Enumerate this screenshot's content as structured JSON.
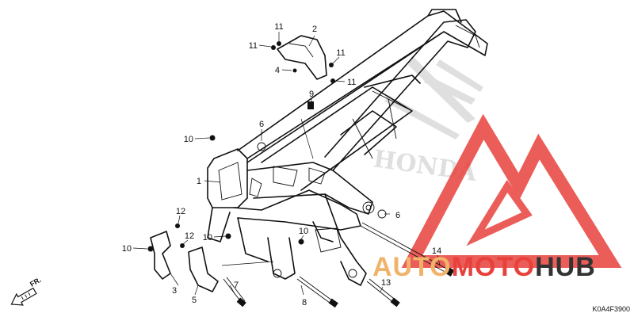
{
  "diagram": {
    "drawing_code": "K0A4F3900",
    "direction_label": "FR.",
    "watermark": {
      "brand_part1": "AUTO",
      "brand_part2": "MOTO",
      "brand_part3": "HUB",
      "color_primary": "#e8413c",
      "color_secondary": "#f0b36a",
      "color_dark": "#333333"
    },
    "background_logo_text": "HONDA",
    "callouts": [
      {
        "id": "c1",
        "number": "1"
      },
      {
        "id": "c2",
        "number": "2"
      },
      {
        "id": "c3",
        "number": "3"
      },
      {
        "id": "c4",
        "number": "4"
      },
      {
        "id": "c5",
        "number": "5"
      },
      {
        "id": "c6a",
        "number": "6"
      },
      {
        "id": "c6b",
        "number": "6"
      },
      {
        "id": "c7",
        "number": "7"
      },
      {
        "id": "c8",
        "number": "8"
      },
      {
        "id": "c9",
        "number": "9"
      },
      {
        "id": "c10a",
        "number": "10"
      },
      {
        "id": "c10b",
        "number": "10"
      },
      {
        "id": "c10c",
        "number": "10"
      },
      {
        "id": "c10d",
        "number": "10"
      },
      {
        "id": "c11a",
        "number": "11"
      },
      {
        "id": "c11b",
        "number": "11"
      },
      {
        "id": "c11c",
        "number": "11"
      },
      {
        "id": "c11d",
        "number": "11"
      },
      {
        "id": "c12a",
        "number": "12"
      },
      {
        "id": "c12b",
        "number": "12"
      },
      {
        "id": "c13",
        "number": "13"
      },
      {
        "id": "c14",
        "number": "14"
      }
    ]
  }
}
